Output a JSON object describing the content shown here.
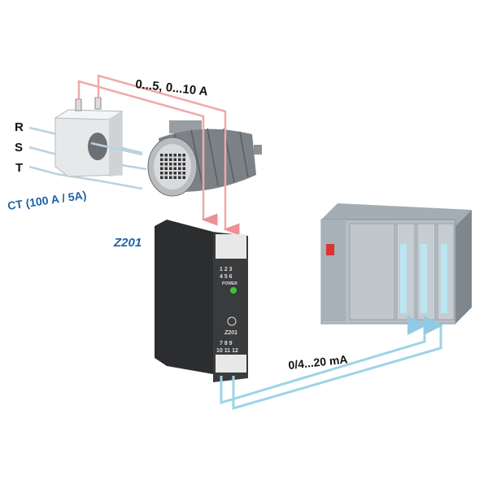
{
  "labels": {
    "current_range": "0...5, 0...10 A",
    "phase_r": "R",
    "phase_s": "S",
    "phase_t": "T",
    "ct": "CT (100 A / 5A)",
    "module": "Z201",
    "output_range": "0/4...20 mA"
  },
  "module": {
    "terminals_top_row1": "1 2 3",
    "terminals_top_row2": "4 5 6",
    "power_label": "POWER",
    "brand_name": "Z201",
    "terminals_bottom_row1": "7 8 9",
    "terminals_bottom_row2": "10 11 12"
  },
  "colors": {
    "input_wire": "#f0a8aa",
    "output_wire": "#9fd3e6",
    "label_blue": "#1f62a8",
    "power_led": "#3cc43c"
  }
}
